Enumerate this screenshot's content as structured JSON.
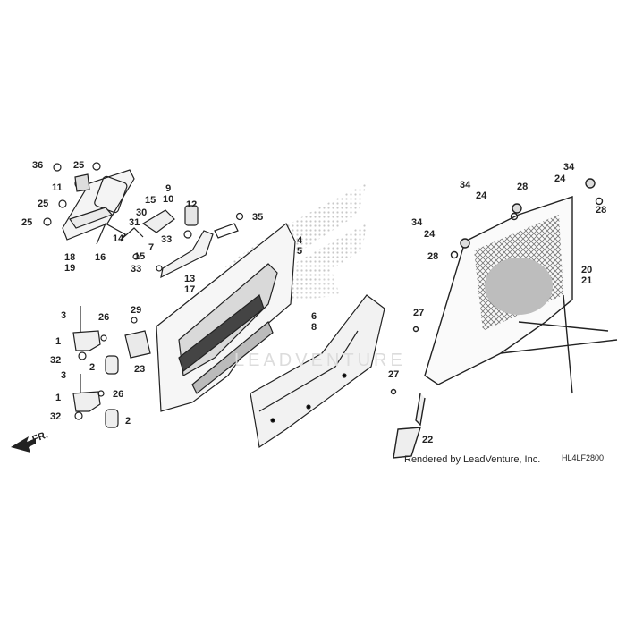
{
  "callouts": {
    "c36": "36",
    "c25a": "25",
    "c11": "11",
    "c25b": "25",
    "c25c": "25",
    "c16": "16",
    "c31": "31",
    "c15a": "15",
    "c15b": "15",
    "c14": "14",
    "c30": "30",
    "c7": "7",
    "c12": "12",
    "c33a": "33",
    "c33b": "33",
    "c35": "35",
    "c3a": "3",
    "c26a": "26",
    "c1a": "1",
    "c32a": "32",
    "c2a": "2",
    "c3b": "3",
    "c26b": "26",
    "c1b": "1",
    "c32b": "32",
    "c2b": "2",
    "c29": "29",
    "c23": "23",
    "c27a": "27",
    "c27b": "27",
    "c22": "22",
    "c34a": "34",
    "c24a": "24",
    "c28a": "28",
    "c34b": "34",
    "c24b": "24",
    "c28b": "28",
    "c34c": "34",
    "c24c": "24",
    "c28c": "28"
  },
  "stacks": {
    "s18_19": [
      "18",
      "19"
    ],
    "s9_10": [
      "9",
      "10"
    ],
    "s13_17": [
      "13",
      "17"
    ],
    "s4_5": [
      "4",
      "5"
    ],
    "s6_8": [
      "6",
      "8"
    ],
    "s20_21": [
      "20",
      "21"
    ]
  },
  "front_arrow": "FR.",
  "credit": "Rendered by LeadVenture, Inc.",
  "diagram_code": "HL4LF2800",
  "watermark_logo": "LEADVENTURE"
}
